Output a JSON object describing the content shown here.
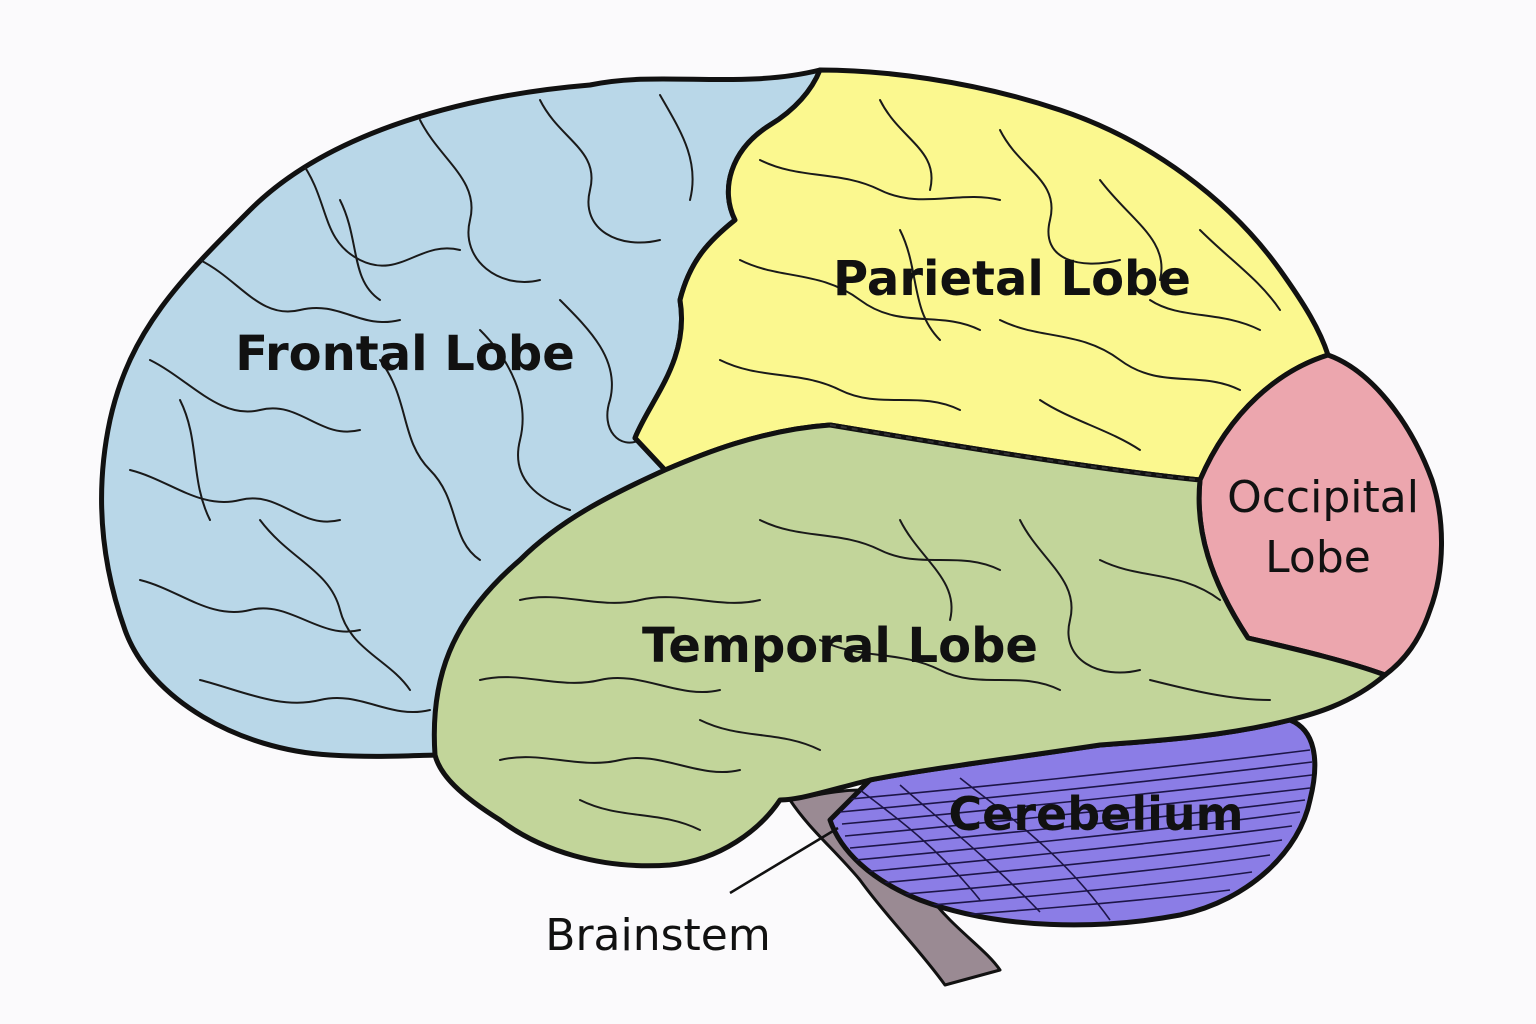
{
  "labels": {
    "frontal": "Frontal Lobe",
    "parietal": "Parietal Lobe",
    "occipital_line1": "Occipital",
    "occipital_line2": "Lobe",
    "temporal": "Temporal Lobe",
    "cerebellum": "Cerebelium",
    "brainstem": "Brainstem"
  },
  "colors": {
    "frontal": "#b9d7e8",
    "parietal": "#fbf88f",
    "occipital": "#eca6ae",
    "temporal": "#c2d59a",
    "cerebellum": "#8b7de6",
    "brainstem": "#9a8a93",
    "outline": "#111111",
    "background": "#fbfafc"
  }
}
